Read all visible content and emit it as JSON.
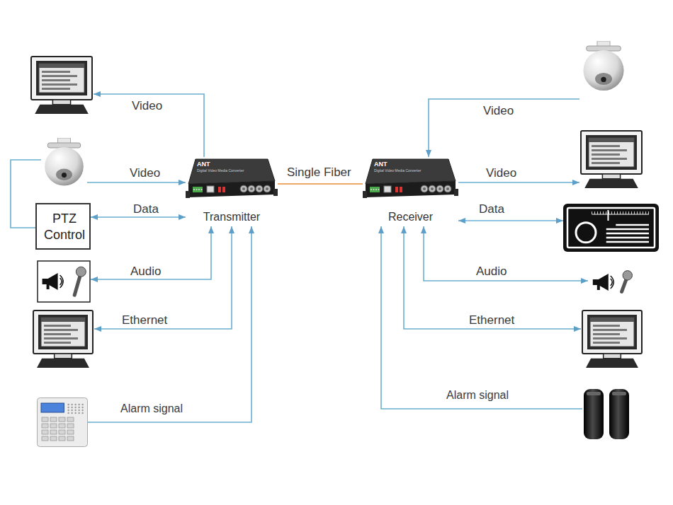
{
  "diagram": {
    "nodes": [
      {
        "text": []
      },
      {
        "text": []
      },
      {
        "text": [
          "PTZ Control"
        ]
      },
      {
        "text": []
      },
      {
        "text": []
      },
      {
        "text": []
      },
      {
        "text": [
          "ANT",
          "Digital Video Media Converter",
          "Transmitter"
        ]
      },
      {
        "text": [
          "ANT",
          "Digital Video Media Converter",
          "Receiver"
        ]
      },
      {
        "text": []
      },
      {
        "text": []
      },
      {
        "text": []
      },
      {
        "text": []
      },
      {
        "text": []
      },
      {
        "text": []
      }
    ],
    "edges": [
      {
        "from": 6,
        "to": 0,
        "arrow": "to",
        "label": "Video"
      },
      {
        "from": 1,
        "to": 6,
        "arrow": "to",
        "label": "Video"
      },
      {
        "from": 2,
        "to": 6,
        "arrow": "both",
        "label": "Data"
      },
      {
        "from": 1,
        "to": 2,
        "arrow": "none"
      },
      {
        "from": 6,
        "to": 3,
        "arrow": "both",
        "label": "Audio"
      },
      {
        "from": 6,
        "to": 4,
        "arrow": "both",
        "label": "Ethernet"
      },
      {
        "from": 5,
        "to": 6,
        "arrow": "to",
        "label": "Alarm signal"
      },
      {
        "from": 6,
        "to": 7,
        "arrow": "none",
        "label": "Single Fiber"
      },
      {
        "from": 8,
        "to": 7,
        "arrow": "to",
        "label": "Video"
      },
      {
        "from": 7,
        "to": 9,
        "arrow": "to",
        "label": "Video"
      },
      {
        "from": 7,
        "to": 10,
        "arrow": "both",
        "label": "Data"
      },
      {
        "from": 7,
        "to": 11,
        "arrow": "both",
        "label": "Audio"
      },
      {
        "from": 7,
        "to": 12,
        "arrow": "both",
        "label": "Ethernet"
      },
      {
        "from": 13,
        "to": 7,
        "arrow": "to",
        "label": "Alarm signal"
      }
    ]
  }
}
